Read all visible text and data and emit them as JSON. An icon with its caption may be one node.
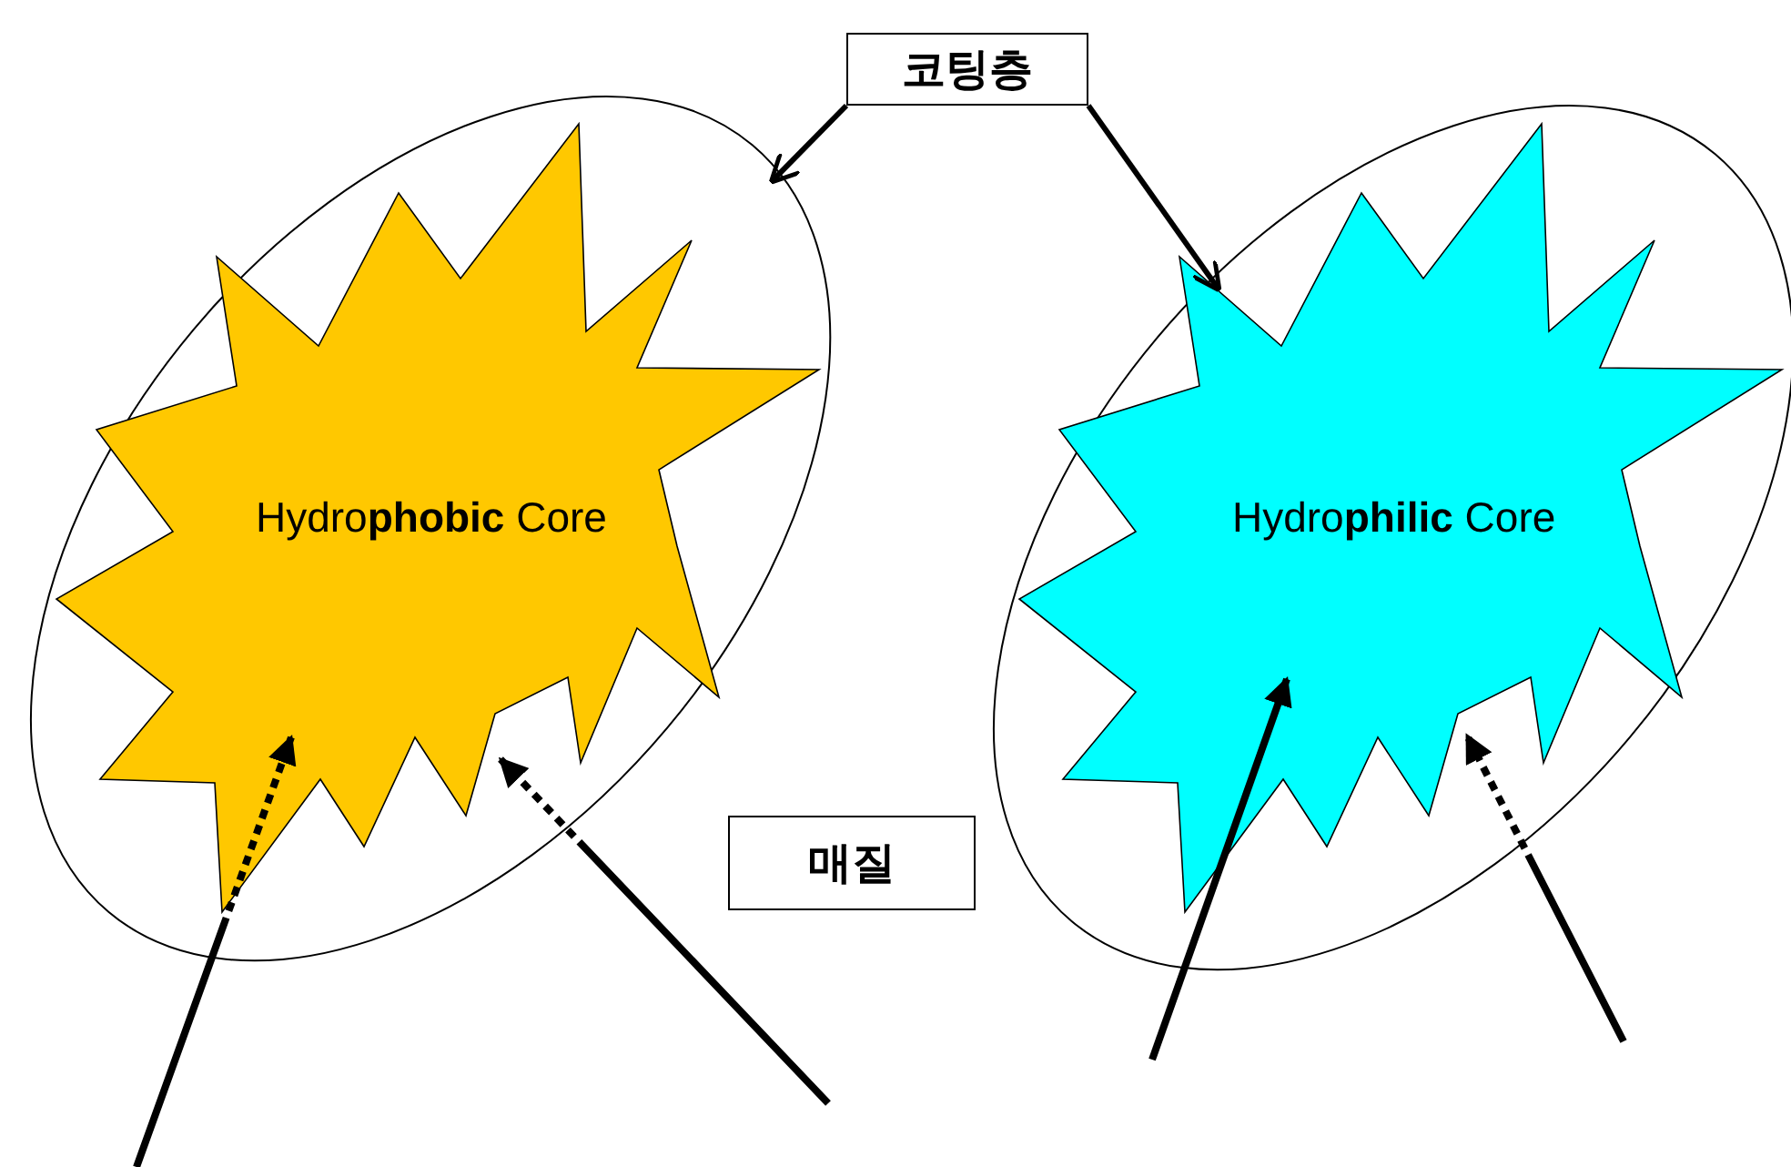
{
  "diagram": {
    "nodes": [
      {
        "text": [
          "코팅층"
        ]
      },
      {
        "text": [],
        "shape": "circle"
      },
      {
        "text": [
          "Hydro**phobic** Core"
        ],
        "in": 1
      },
      {
        "text": [],
        "shape": "circle"
      },
      {
        "text": [
          "Hydro**philic** Core"
        ],
        "in": 3
      },
      {
        "text": [
          "매질"
        ]
      }
    ],
    "edges": [
      {
        "from": 0,
        "to": 1,
        "arrow": "to"
      },
      {
        "from": 0,
        "to": 3,
        "arrow": "to"
      },
      {
        "from": null,
        "to": 2,
        "arrow": "to",
        "style": "dashed"
      },
      {
        "from": null,
        "to": 2,
        "arrow": "to",
        "style": "dashed"
      },
      {
        "from": null,
        "to": 4,
        "arrow": "to"
      },
      {
        "from": null,
        "to": 4,
        "arrow": "to",
        "style": "dashed"
      }
    ]
  }
}
